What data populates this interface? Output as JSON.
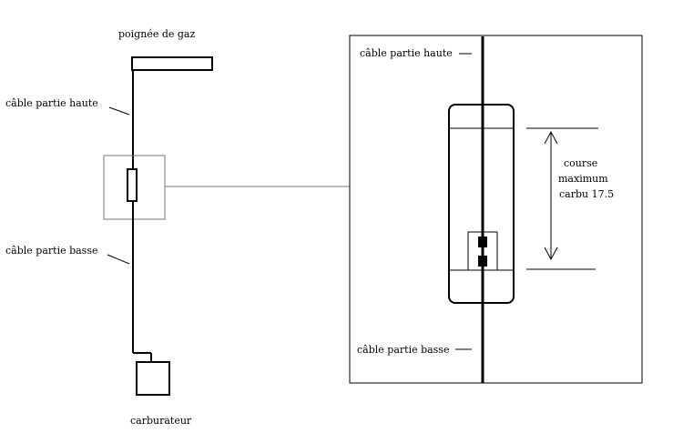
{
  "left_figure": {
    "throttle_label": "poignée de gaz",
    "upper_cable_label": "câble partie haute",
    "lower_cable_label": "câble partie basse",
    "carburetor_label": "carburateur"
  },
  "detail_figure": {
    "upper_cable_label": "câble partie haute",
    "lower_cable_label": "câble partie basse",
    "travel_label_line1": "course",
    "travel_label_line2": "maximum",
    "travel_label_line3": "carbu 17.5"
  }
}
